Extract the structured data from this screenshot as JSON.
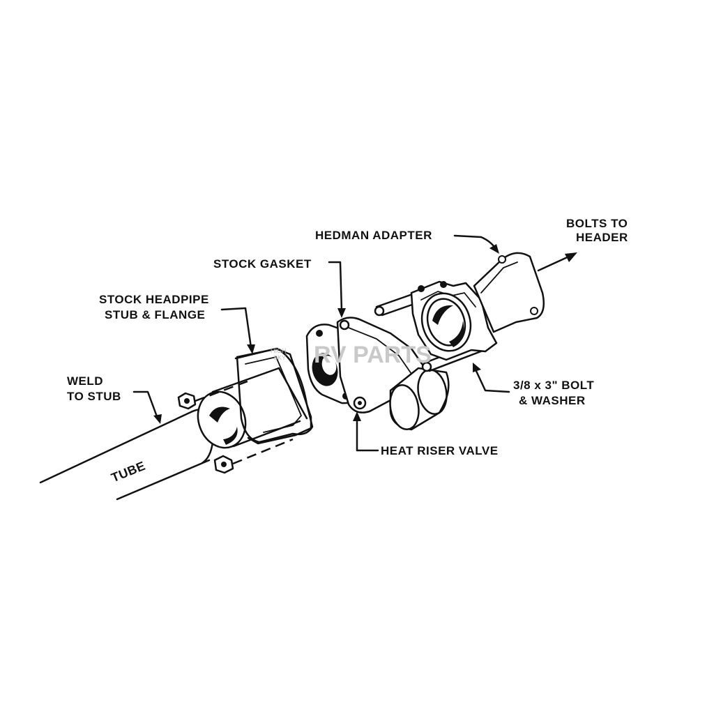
{
  "labels": {
    "hedman_adapter": "HEDMAN ADAPTER",
    "bolts_to_header_1": "BOLTS TO",
    "bolts_to_header_2": "HEADER",
    "stock_gasket": "STOCK GASKET",
    "stock_headpipe_1": "STOCK HEADPIPE",
    "stock_headpipe_2": "STUB & FLANGE",
    "weld_1": "WELD",
    "weld_2": "TO STUB",
    "tube": "TUBE",
    "bolt_1": "3/8 x 3\" BOLT",
    "bolt_2": "& WASHER",
    "heat_riser": "HEAT RISER VALVE"
  },
  "watermark": {
    "small_top": "HIGH",
    "small_bottom": "SKY",
    "main": "RV PARTS"
  },
  "colors": {
    "ink": "#111111",
    "background": "#ffffff",
    "watermark": "#c9c9c9"
  }
}
